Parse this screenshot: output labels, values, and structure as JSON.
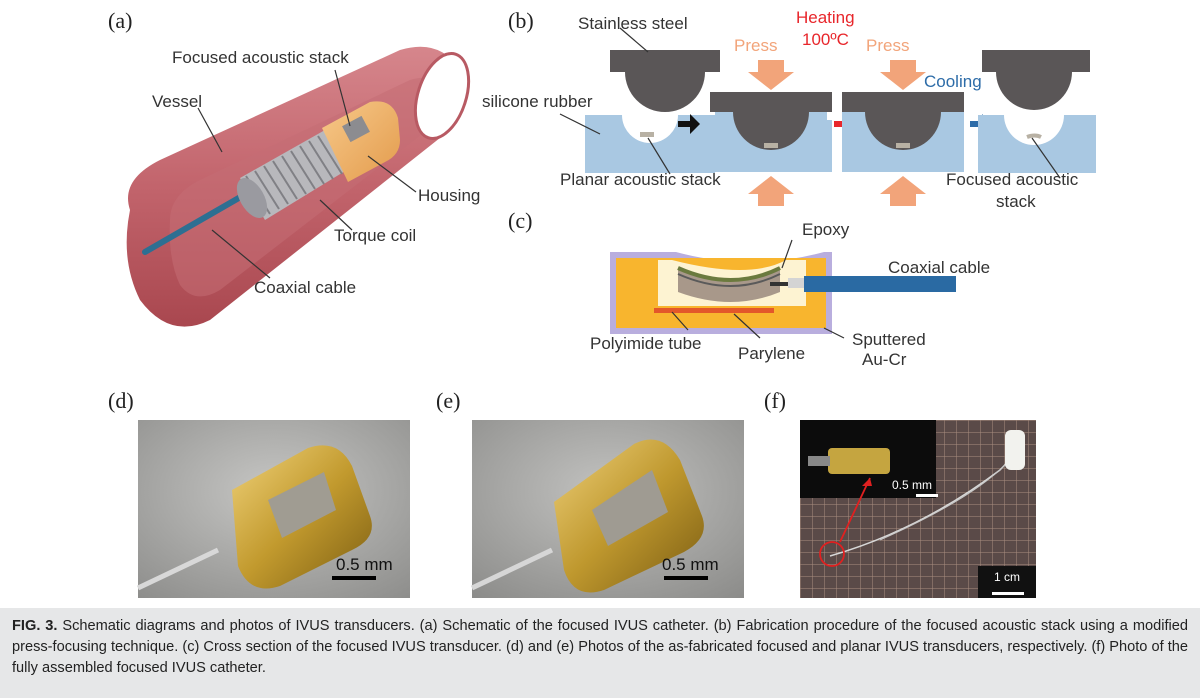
{
  "panels": {
    "a": "(a)",
    "b": "(b)",
    "c": "(c)",
    "d": "(d)",
    "e": "(e)",
    "f": "(f)"
  },
  "panel_a": {
    "focused_acoustic_stack": "Focused acoustic stack",
    "vessel": "Vessel",
    "housing": "Housing",
    "torque_coil": "Torque coil",
    "coaxial_cable": "Coaxial cable"
  },
  "panel_b": {
    "stainless_steel": "Stainless steel",
    "silicone_rubber": "silicone rubber",
    "planar_acoustic_stack": "Planar acoustic stack",
    "press_1": "Press",
    "heating": "Heating",
    "temperature": "100ºC",
    "press_2": "Press",
    "cooling": "Cooling",
    "focused_acoustic_stack_line1": "Focused acoustic",
    "focused_acoustic_stack_line2": "stack",
    "colors": {
      "press": "#f2a47a",
      "heating": "#e8262b",
      "cooling": "#2d6ca8",
      "steel": "#5a5657",
      "rubber": "#a9c8e2"
    }
  },
  "panel_c": {
    "epoxy": "Epoxy",
    "coaxial_cable": "Coaxial cable",
    "polyimide_tube": "Polyimide tube",
    "parylene": "Parylene",
    "sputtered_line1": "Sputtered",
    "sputtered_line2": "Au-Cr",
    "colors": {
      "housing": "#f8b52e",
      "epoxy": "#fdf3d2",
      "parylene": "#b9aede",
      "cable": "#2a6aa3"
    }
  },
  "photos": {
    "d_scale": "0.5 mm",
    "e_scale": "0.5 mm",
    "f_inset_scale": "0.5 mm",
    "f_scale": "1 cm"
  },
  "caption": {
    "fig": "FIG. 3.",
    "text": " Schematic diagrams and photos of IVUS transducers. (a) Schematic of the focused IVUS catheter. (b) Fabrication procedure of the focused acoustic stack using a modified press-focusing technique. (c) Cross section of the focused IVUS transducer. (d) and (e) Photos of the as-fabricated focused and planar IVUS transducers, respectively. (f) Photo of the fully assembled focused IVUS catheter."
  }
}
